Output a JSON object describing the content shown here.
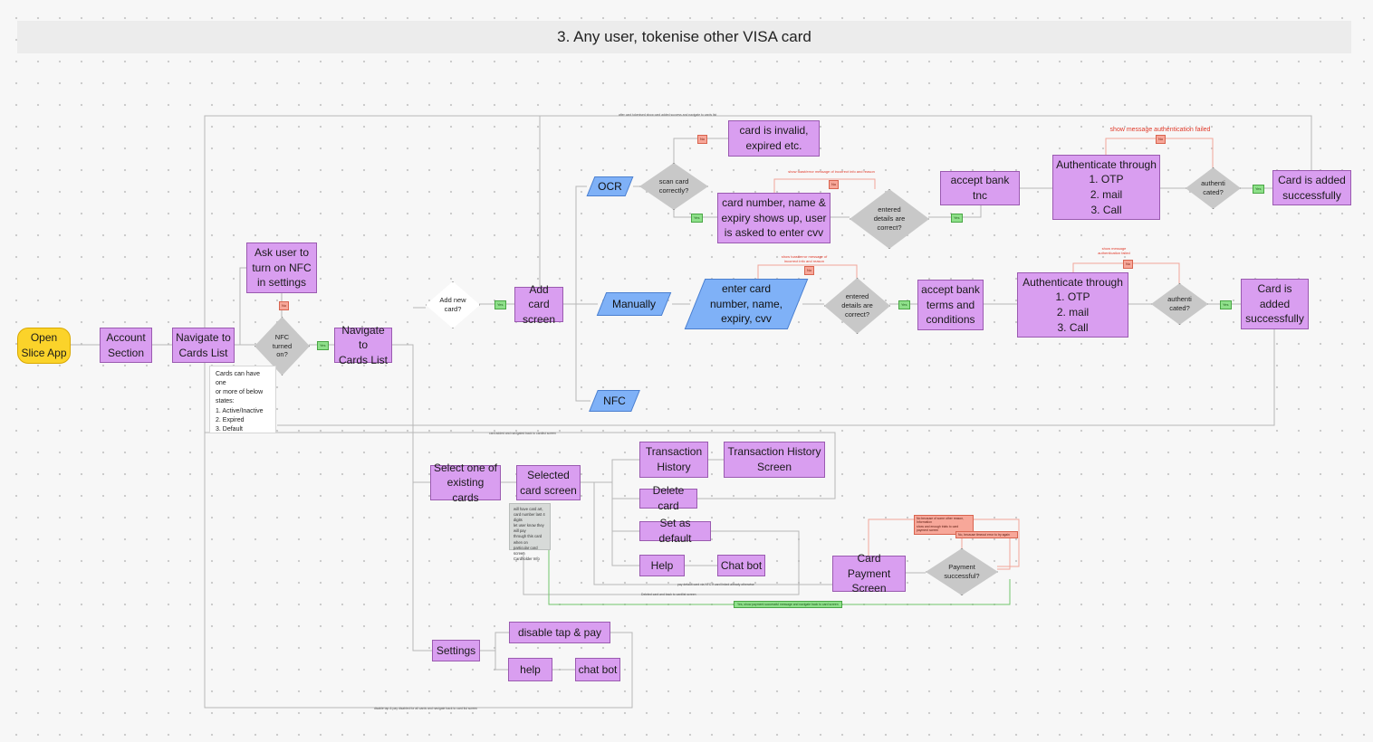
{
  "title": "3. Any user, tokenise other VISA card",
  "nodes": {
    "open_app": "Open\nSlice App",
    "account_section": "Account\nSection",
    "nav_cards_list_1": "Navigate to\nCards List",
    "ask_nfc": "Ask user to\nturn on NFC\nin settings",
    "nfc_turned_on": "NFC\nturned\non?",
    "nav_cards_list_2": "Navigate to\nCards List",
    "add_new_card": "Add new\ncard?",
    "add_card_screen": "Add card\nscreen",
    "ocr": "OCR",
    "manually": "Manually",
    "nfc": "NFC",
    "scan_card": "scan card\ncorrectly?",
    "card_invalid": "card is invalid,\nexpired etc.",
    "card_number_shows": "card number, name &\nexpiry shows up, user\nis asked to enter cvv",
    "entered_details_1": "entered\ndetails are\ncorrect?",
    "accept_bank_tnc": "accept bank tnc",
    "auth_1": "Authenticate through\n1. OTP\n2. mail\n3. Call",
    "authenticated_1": "authenti\ncated?",
    "card_added_1": "Card is added\nsuccessfully",
    "enter_card_number": "enter card\nnumber, name,\nexpiry, cvv",
    "entered_details_2": "entered\ndetails are\ncorrect?",
    "accept_bank_terms": "accept bank\nterms and\nconditions",
    "auth_2": "Authenticate through\n1. OTP\n2. mail\n3. Call",
    "authenticated_2": "authenti\ncated?",
    "card_added_2": "Card is\nadded\nsuccessfully",
    "select_existing": "Select one of\nexisting cards",
    "selected_card_screen": "Selected\ncard screen",
    "transaction_history": "Transaction\nHistory",
    "transaction_history_screen": "Transaction History\nScreen",
    "delete_card": "Delete card",
    "set_default": "Set as default",
    "help": "Help",
    "chat_bot": "Chat bot",
    "card_payment_screen": "Card Payment\nScreen",
    "payment_successful": "Payment\nsuccessful?",
    "settings": "Settings",
    "disable_tap_pay": "disable tap & pay",
    "help_2": "help",
    "chat_bot_2": "chat bot"
  },
  "tags": {
    "yes": "Yes",
    "no": "No"
  },
  "notes": {
    "card_states": [
      "Cards can have one",
      "or more of below",
      "states:",
      "  1. Active/Inactive",
      "  2. Expired",
      "  3. Default"
    ],
    "selected_card_note": [
      "will have card art,",
      "card number last 4 digits",
      "",
      "let user know they will pay",
      "through this card when on",
      "particular card screen",
      "",
      "Cardholder Info"
    ]
  },
  "annotations": {
    "auth_failed_1": "show message authentication failed",
    "incorrect_1": "show toast/error message of incorrect info and reason",
    "incorrect_2": "show toast/error message of\nincorrect info and reason",
    "auth_failed_2": "show message\nauthentication failed",
    "top_loop": "after card tokenised show card added success and navigate to cards list",
    "middle_loop": "card added and navigated back to cardlist screen",
    "bottom_loop": "disable tap & pay disabled for all cards and navigate back to card list screen",
    "pay_default": "pay default card via NFC if card linked already otherwise",
    "delete_back": "Deleted card and back to cardlist screen",
    "fail_reason_1": "No because of some other reason, Information\nshow and enough trials to card payment screen",
    "fail_reason_2": "No, because timeout error to try again",
    "payment_success": "Yes, show payment successful message and navigate back to card screen"
  }
}
